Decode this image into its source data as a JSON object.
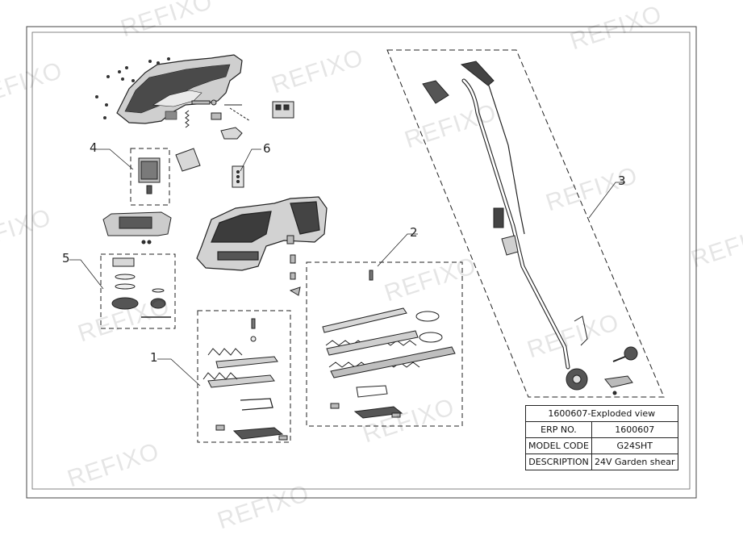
{
  "watermark_text": "REFIXO",
  "callouts": {
    "c1": "1",
    "c2": "2",
    "c3": "3",
    "c4": "4",
    "c5": "5",
    "c6": "6"
  },
  "title_block": {
    "header": "1600607-Exploded view",
    "rows": [
      {
        "label": "ERP NO.",
        "value": "1600607"
      },
      {
        "label": "MODEL CODE",
        "value": "G24SHT"
      },
      {
        "label": "DESCRIPTION",
        "value": "24V Garden shear"
      }
    ]
  },
  "colors": {
    "line": "#222222",
    "part_fill_dark": "#3a3a3a",
    "part_fill_light": "#d8d8d8"
  }
}
